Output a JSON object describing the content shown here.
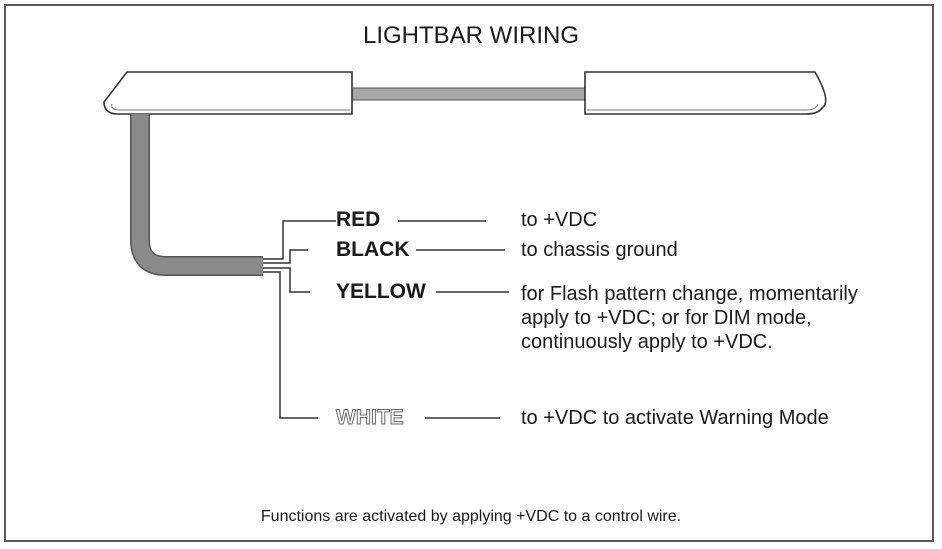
{
  "title": "LIGHTBAR WIRING",
  "wires": [
    {
      "label": "RED",
      "description": "to +VDC"
    },
    {
      "label": "BLACK",
      "description": "to chassis ground"
    },
    {
      "label": "YELLOW",
      "description_lines": [
        "for Flash pattern change, momentarily",
        "apply to +VDC; or for DIM mode,",
        "continuously apply to +VDC."
      ]
    },
    {
      "label": "WHITE",
      "description": "to +VDC to activate Warning Mode"
    }
  ],
  "footer": "Functions are activated by applying +VDC to a control wire.",
  "colors": {
    "cable": "#8a8a8a",
    "outline": "#333333",
    "frame": "#5a5a5a"
  }
}
